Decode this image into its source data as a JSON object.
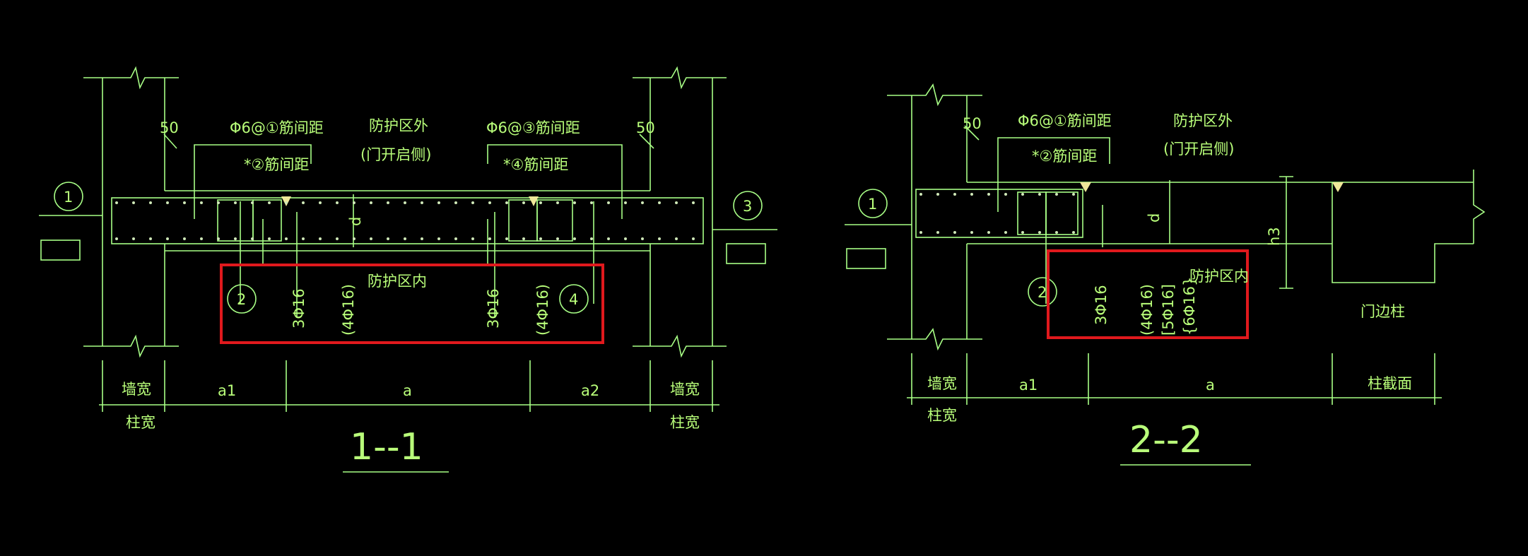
{
  "colors": {
    "background": "#000000",
    "line": "#a8ff86",
    "text": "#b9ff7a",
    "highlight": "#e0191d"
  },
  "section_1": {
    "title": "1--1",
    "top_left_label": "Φ6@①筋间距",
    "top_left_label2": "*②筋间距",
    "top_right_label": "Φ6@③筋间距",
    "top_right_label2": "*④筋间距",
    "outer_label": "防护区外",
    "outer_label2": "(门开启侧)",
    "inner_label": "防护区内",
    "left_dim_50": "50",
    "right_dim_50": "50",
    "dim_d": "d",
    "bubble_left": "1",
    "bubble_right": "3",
    "bubble_2": "2",
    "bubble_4": "4",
    "rebar_left_a": "3Φ16",
    "rebar_left_b": "(4Φ16)",
    "rebar_right_a": "3Φ16",
    "rebar_right_b": "(4Φ16)",
    "dim_wall_left": "墙宽",
    "dim_col_left": "柱宽",
    "dim_a1": "a1",
    "dim_a": "a",
    "dim_a2": "a2",
    "dim_wall_right": "墙宽",
    "dim_col_right": "柱宽"
  },
  "section_2": {
    "title": "2--2",
    "top_label": "Φ6@①筋间距",
    "top_label2": "*②筋间距",
    "outer_label": "防护区外",
    "outer_label2": "(门开启侧)",
    "inner_label": "防护区内",
    "dim_50": "50",
    "dim_d": "d",
    "dim_h3": "h3",
    "bubble_left": "1",
    "bubble_2": "2",
    "rebar_a": "3Φ16",
    "rebar_b": "(4Φ16)",
    "rebar_c": "[5Φ16]",
    "rebar_d": "{6Φ16}",
    "door_col": "门边柱",
    "dim_wall": "墙宽",
    "dim_col": "柱宽",
    "dim_a1": "a1",
    "dim_a": "a",
    "dim_col_section": "柱截面"
  }
}
